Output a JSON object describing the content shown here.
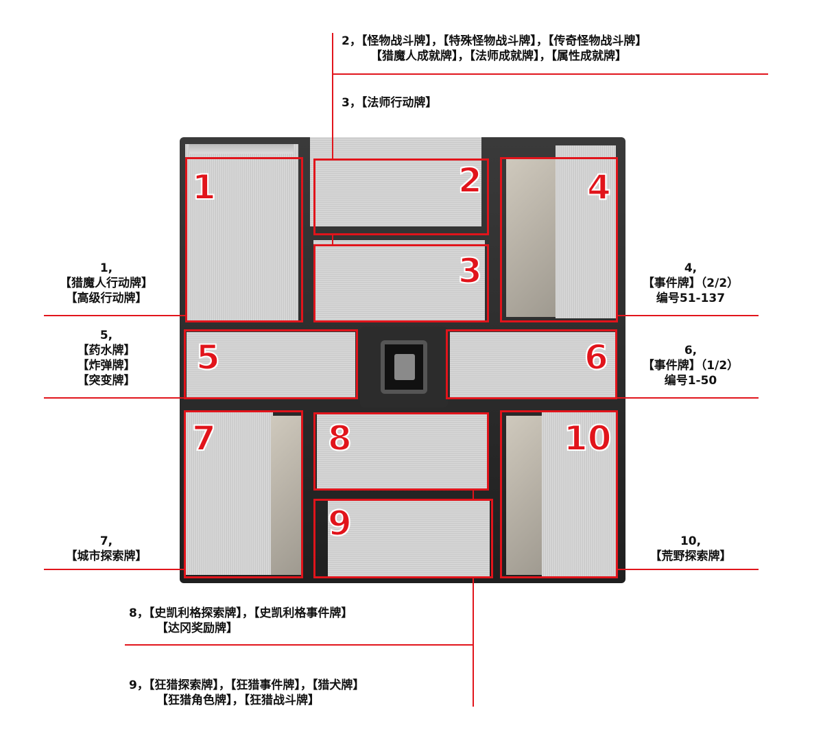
{
  "labels": {
    "l1": {
      "num": "1,",
      "lines": [
        "【猎魔人行动牌】",
        "【高级行动牌】"
      ]
    },
    "l2": {
      "lines": [
        "2，【怪物战斗牌】，【特殊怪物战斗牌】，【传奇怪物战斗牌】",
        "【猎魔人成就牌】，【法师成就牌】，【属性成就牌】"
      ]
    },
    "l3": {
      "lines": [
        "3，【法师行动牌】"
      ]
    },
    "l4": {
      "num": "4,",
      "lines": [
        "【事件牌】（2/2）",
        "编号51-137"
      ]
    },
    "l5": {
      "num": "5,",
      "lines": [
        "【药水牌】",
        "【炸弹牌】",
        "【突变牌】"
      ]
    },
    "l6": {
      "num": "6,",
      "lines": [
        "【事件牌】（1/2）",
        "编号1-50"
      ]
    },
    "l7": {
      "num": "7,",
      "lines": [
        "【城市探索牌】"
      ]
    },
    "l8": {
      "lines": [
        "8，【史凯利格探索牌】，【史凯利格事件牌】",
        "【达冈奖励牌】"
      ]
    },
    "l9": {
      "lines": [
        "9，【狂猎探索牌】，【狂猎事件牌】，【猎犬牌】",
        "【狂猎角色牌】，【狂猎战斗牌】"
      ]
    },
    "l10": {
      "num": "10,",
      "lines": [
        "【荒野探索牌】"
      ]
    }
  },
  "compartments": [
    "1",
    "2",
    "3",
    "4",
    "5",
    "6",
    "7",
    "8",
    "9",
    "10"
  ],
  "colors": {
    "accent": "#e1141b",
    "frame": "#2a2a2a",
    "card": "#d4d4d4"
  }
}
